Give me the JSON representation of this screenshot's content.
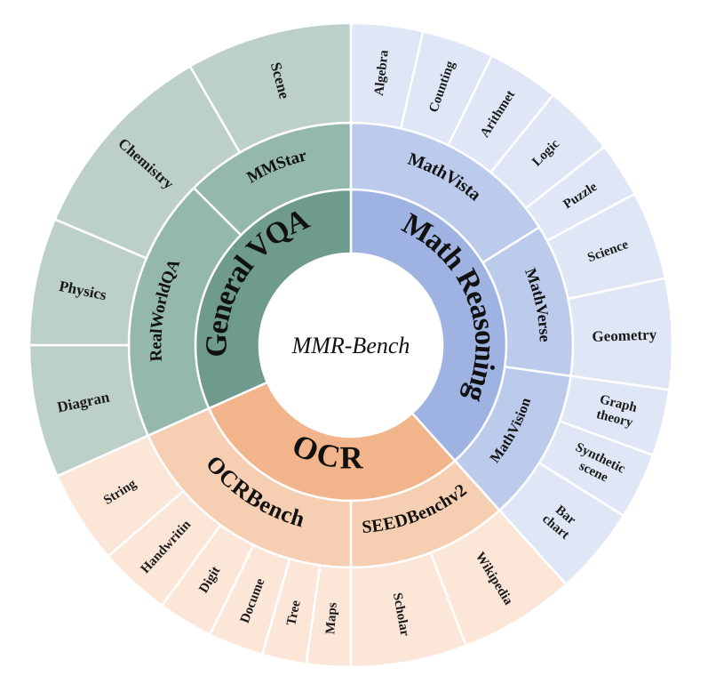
{
  "center": {
    "label": "MMR-Bench"
  },
  "categories": [
    {
      "key": "math",
      "label": "Math Reasoning",
      "colors": {
        "inner": "#9fb3e3",
        "mid": "#bccbec",
        "outer": "#dfe6f6"
      },
      "datasets": [
        {
          "label": "MathVista",
          "subs": [
            "Algebra",
            "Counting",
            "Arithmet",
            "Logic",
            "Puzzle",
            "Science"
          ]
        },
        {
          "label": "MathVerse",
          "subs": [
            "Geometry"
          ]
        },
        {
          "label": "MathVision",
          "subs": [
            "Graph theory",
            "Synthetic scene",
            "Bar chart"
          ]
        }
      ]
    },
    {
      "key": "ocr",
      "label": "OCR",
      "colors": {
        "inner": "#f2b48a",
        "mid": "#f6cfb2",
        "outer": "#fbe6d8"
      },
      "datasets": [
        {
          "label": "SEEDBenchv2",
          "subs": [
            "Wikipedia",
            "Scholar"
          ]
        },
        {
          "label": "OCRBench",
          "subs": [
            "Maps",
            "Tree",
            "Docume",
            "Digit",
            "Handwritin",
            "String"
          ]
        }
      ]
    },
    {
      "key": "vqa",
      "label": "General VQA",
      "colors": {
        "inner": "#6e9b8e",
        "mid": "#95b8ad",
        "outer": "#bccfc9"
      },
      "datasets": [
        {
          "label": "RealWorldQA",
          "subs": [
            "Diagran",
            "Physics"
          ]
        },
        {
          "label": "MMStar",
          "subs": [
            "Chemistry",
            "Scene"
          ]
        }
      ]
    }
  ]
}
